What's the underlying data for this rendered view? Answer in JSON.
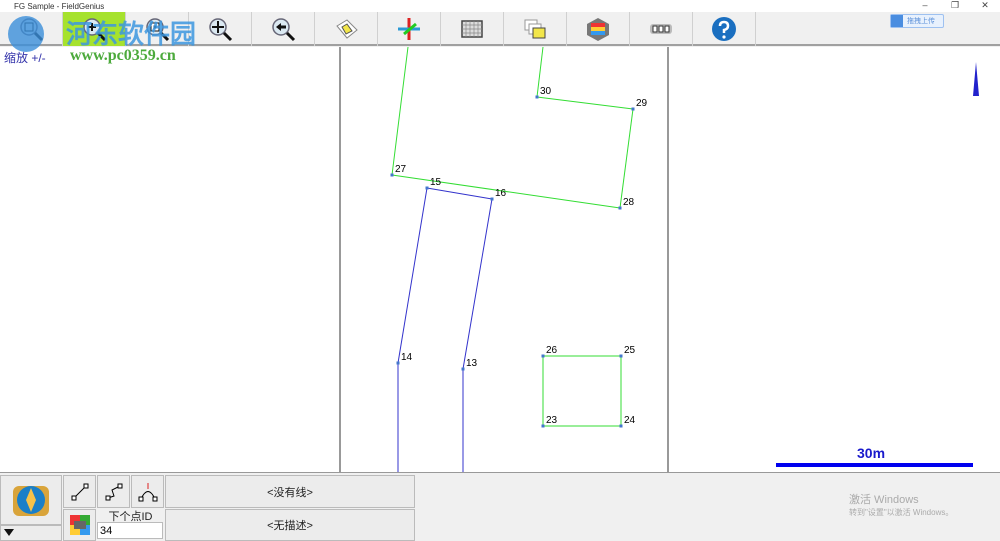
{
  "window": {
    "title": "FG Sample - FieldGenius",
    "minimize": "–",
    "maximize": "❐",
    "close": "✕"
  },
  "toolbar": {
    "items": [
      {
        "name": "zoom-window-icon"
      },
      {
        "name": "zoom-in-out-icon",
        "active": true
      },
      {
        "name": "zoom-extents-icon"
      },
      {
        "name": "pan-icon"
      },
      {
        "name": "zoom-previous-icon"
      },
      {
        "name": "select-area-icon"
      },
      {
        "name": "move-arrows-icon"
      },
      {
        "name": "grid-icon"
      },
      {
        "name": "layers-icon"
      },
      {
        "name": "map-layers-icon"
      },
      {
        "name": "display-options-icon"
      },
      {
        "name": "help-icon"
      }
    ],
    "upload_label": "拖拽上传"
  },
  "watermark": {
    "name": "河东软件园",
    "url": "www.pc0359.cn"
  },
  "map": {
    "mode_label": "缩放 +/-",
    "scale_label": "30m",
    "points": [
      "30",
      "29",
      "28",
      "27",
      "15",
      "16",
      "14",
      "13",
      "26",
      "25",
      "23",
      "24"
    ],
    "colors": {
      "green": "#33dd33",
      "blue": "#3333cc",
      "scale": "#0000ee"
    }
  },
  "bottom": {
    "line_label": "<没有线>",
    "desc_label": "<无描述>",
    "next_id_label": "下个点ID",
    "next_id_value": "34"
  },
  "activation": {
    "title": "激活 Windows",
    "subtitle": "转到\"设置\"以激活 Windows。"
  }
}
